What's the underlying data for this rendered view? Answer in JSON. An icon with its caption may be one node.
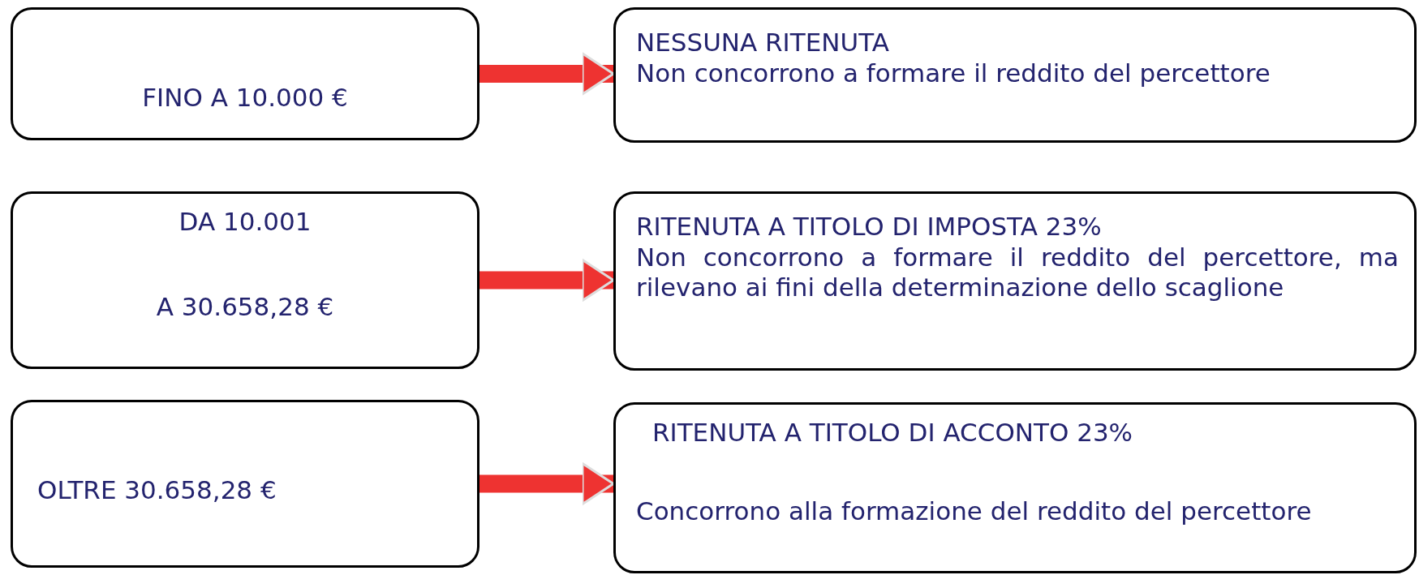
{
  "diagram": {
    "nodes": [
      {
        "text": [
          "FINO A 10.000 €"
        ]
      },
      {
        "text": [
          "NESSUNA RITENUTA",
          "Non concorrono a formare il reddito del percettore"
        ]
      },
      {
        "text": [
          "DA 10.001",
          "A 30.658,28 €"
        ]
      },
      {
        "text": [
          "RITENUTA  A TITOLO DI IMPOSTA 23%",
          "Non concorrono a formare il reddito del percettore, ma rilevano ai fini della determinazione dello scaglione"
        ]
      },
      {
        "text": [
          "OLTRE 30.658,28 €"
        ]
      },
      {
        "text": [
          "RITENUTA A TITOLO DI ACCONTO 23%",
          "Concorrono alla formazione del reddito del percettore"
        ]
      }
    ],
    "edges": [
      {
        "from": 0,
        "to": 1,
        "arrow": "to"
      },
      {
        "from": 2,
        "to": 3,
        "arrow": "to"
      },
      {
        "from": 4,
        "to": 5,
        "arrow": "to"
      }
    ]
  }
}
